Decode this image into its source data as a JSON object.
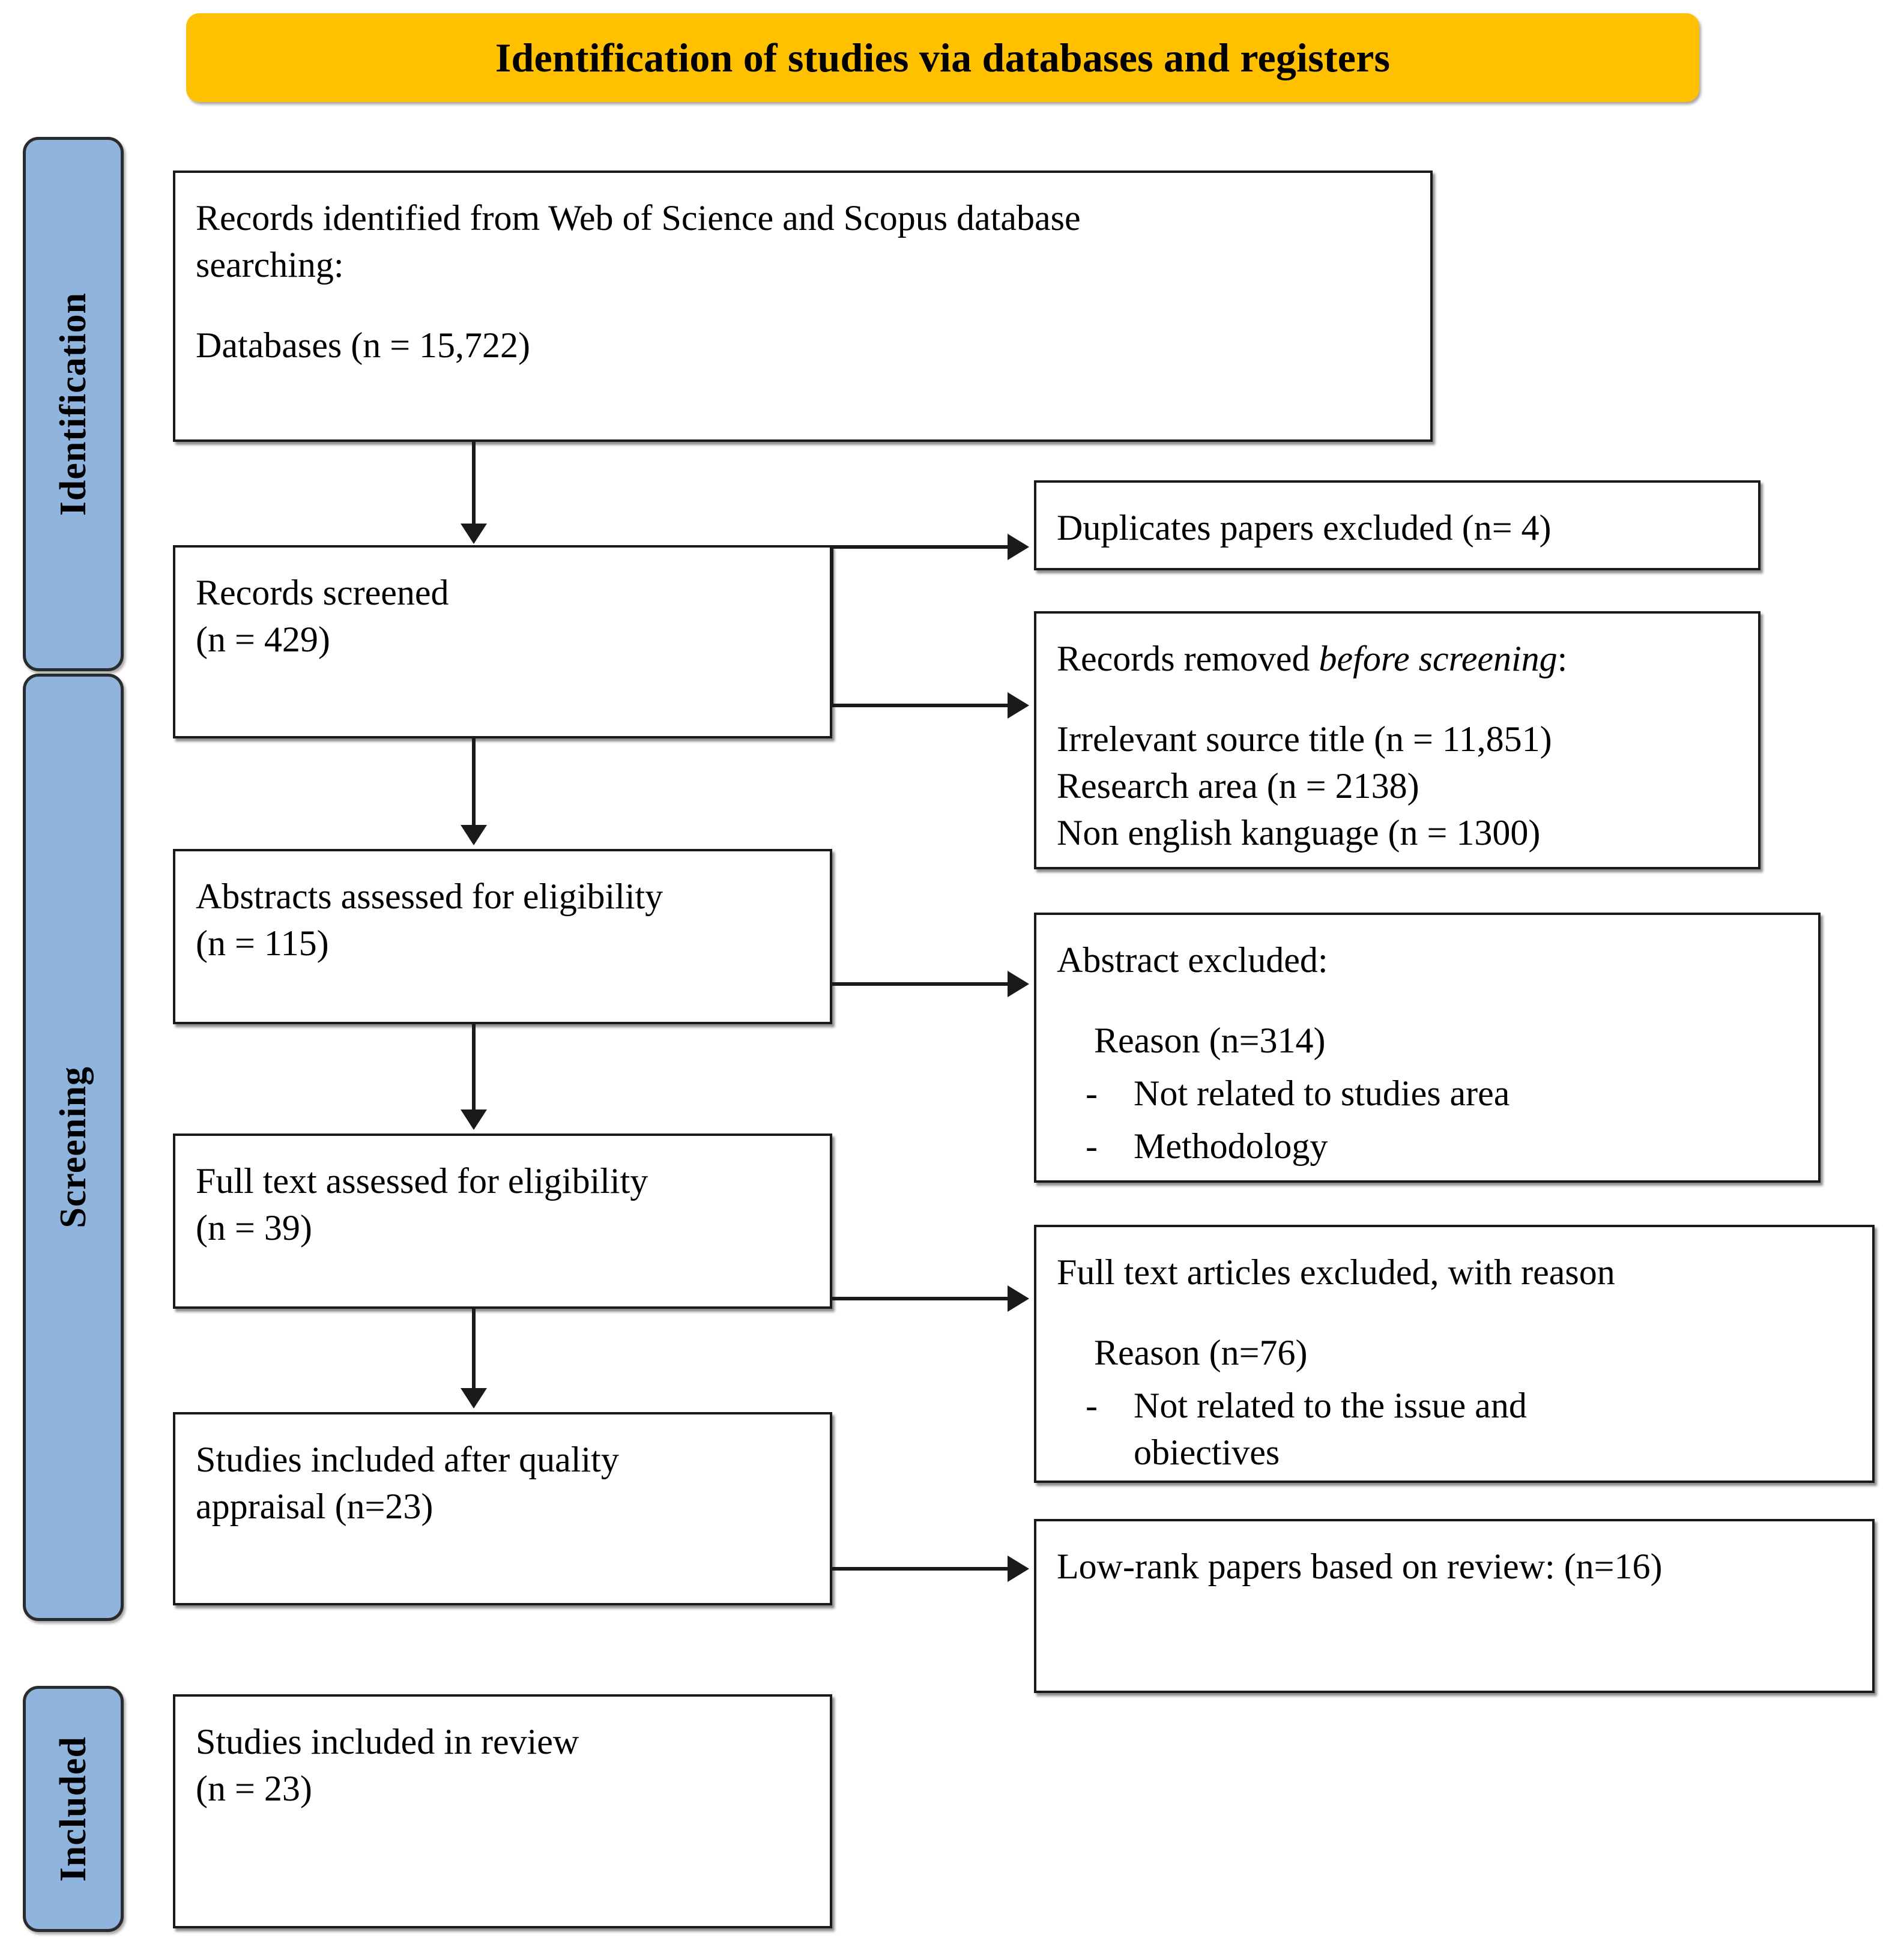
{
  "banner": {
    "title": "Identification of studies via databases and registers"
  },
  "phases": [
    {
      "name": "identification",
      "label": "Identification"
    },
    {
      "name": "screening",
      "label": "Screening"
    },
    {
      "name": "included",
      "label": "Included"
    }
  ],
  "boxes": {
    "records_identified": {
      "line1": "Records identified from Web of Science and Scopus database",
      "line2": "searching:",
      "line3": "Databases (n = 15,722)"
    },
    "records_screened": {
      "line1": "Records screened",
      "line2": "(n = 429)"
    },
    "abstracts_assessed": {
      "line1": "Abstracts assessed for eligibility",
      "line2": "(n = 115)"
    },
    "fulltext_assessed": {
      "line1": "Full text assessed for eligibility",
      "line2": "(n = 39)"
    },
    "studies_quality": {
      "line1": "Studies included after quality",
      "line2": "appraisal (n=23)"
    },
    "studies_review": {
      "line1": "Studies included in review",
      "line2": "(n = 23)"
    },
    "duplicates_excluded": {
      "line1": "Duplicates papers excluded (n= 4)"
    },
    "removed_before_screening": {
      "heading_plain": "Records removed ",
      "heading_italic": "before screening",
      "heading_tail": ":",
      "item1": "Irrelevant source title (n = 11,851)",
      "item2": "Research area (n = 2138)",
      "item3": "Non english kanguage (n = 1300)"
    },
    "abstract_excluded": {
      "heading": "Abstract excluded:",
      "reason": "Reason (n=314)",
      "bullets": [
        "Not related to studies area",
        "Methodology"
      ],
      "dash": "-"
    },
    "fulltext_excluded": {
      "heading": "Full text articles excluded, with reason",
      "reason": "Reason (n=76)",
      "bullet1_line1": "Not related to the issue and",
      "bullet1_line2": "obiectives",
      "dash": "-"
    },
    "lowrank": {
      "line1": "Low-rank papers based on review: (n=16)"
    }
  },
  "colors": {
    "banner": "#FFC000",
    "phase": "#8FB4DE",
    "border": "#1a1a1a",
    "background": "#ffffff"
  }
}
